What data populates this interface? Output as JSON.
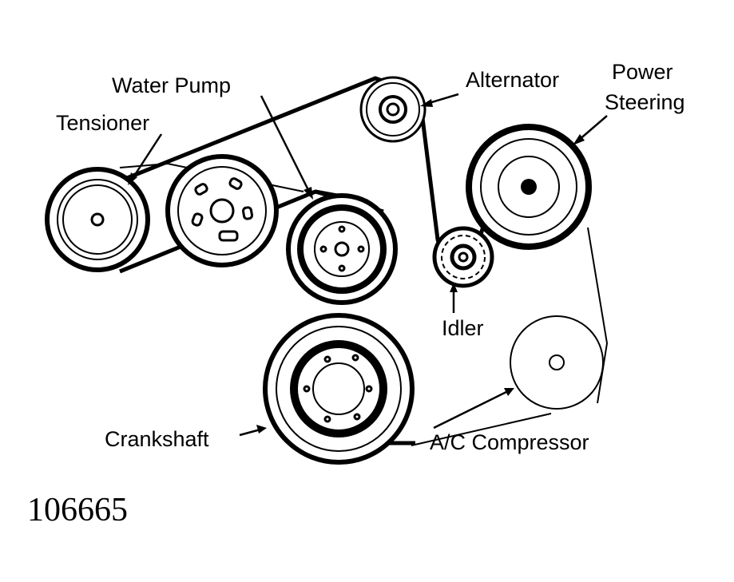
{
  "labels": {
    "water_pump": "Water Pump",
    "tensioner": "Tensioner",
    "alternator": "Alternator",
    "power_steering_line1": "Power",
    "power_steering_line2": "Steering",
    "idler": "Idler",
    "crankshaft": "Crankshaft",
    "ac_compressor": "A/C Compressor"
  },
  "figure_id": "106665"
}
